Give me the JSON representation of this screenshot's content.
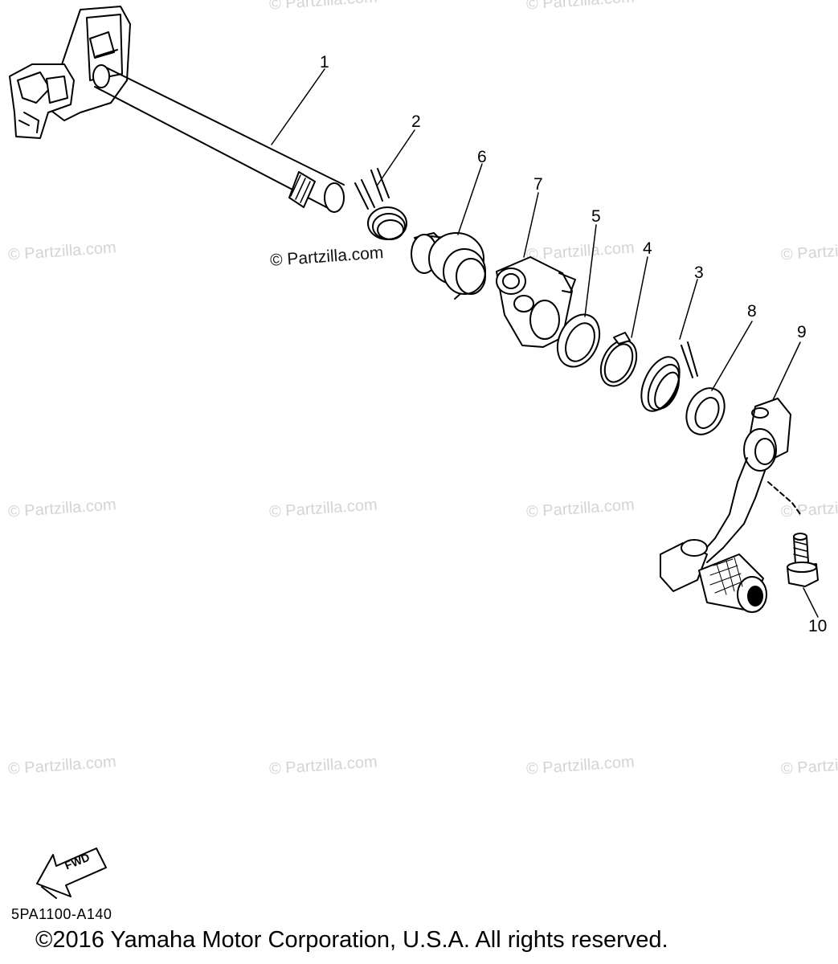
{
  "watermark": "© Partzilla.com",
  "center_watermark": "© Partzilla.com",
  "callouts": [
    "1",
    "2",
    "3",
    "4",
    "5",
    "6",
    "7",
    "8",
    "9",
    "10"
  ],
  "fwd_label": "FWD",
  "diagram_code": "5PA1100-A140",
  "copyright": "©2016 Yamaha Motor Corporation, U.S.A. All rights reserved."
}
